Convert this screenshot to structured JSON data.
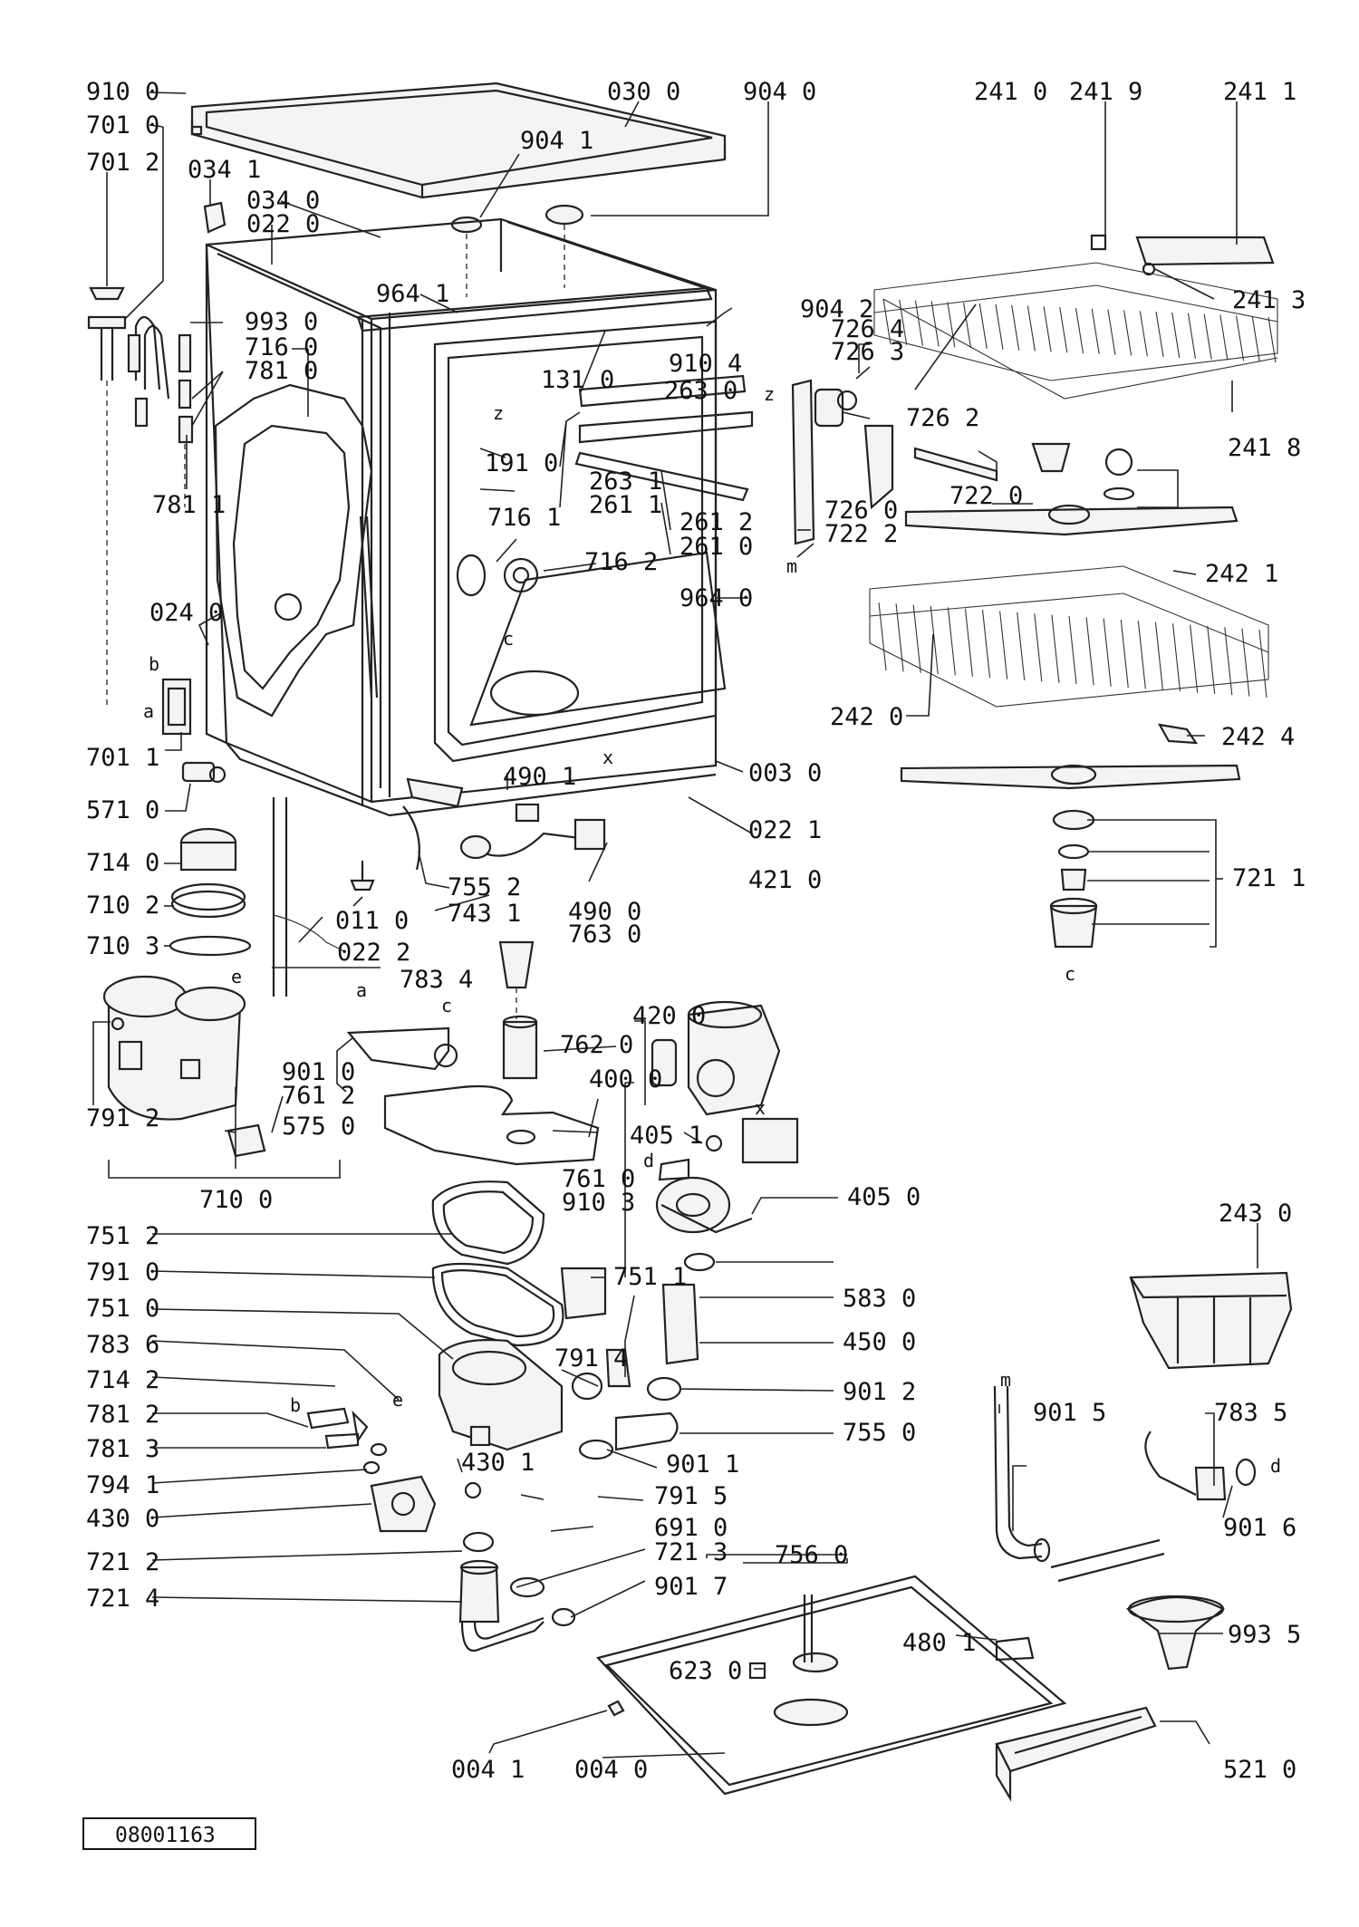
{
  "drawing_number": "08001163",
  "group_labels": {
    "filter_group": "710 0",
    "drain_bracket": "756 0"
  },
  "letter_marks": [
    "a",
    "b",
    "c",
    "d",
    "e",
    "m",
    "x",
    "z"
  ],
  "parts": [
    {
      "ref": "910 0"
    },
    {
      "ref": "701 0"
    },
    {
      "ref": "701 2"
    },
    {
      "ref": "034 1"
    },
    {
      "ref": "034 0"
    },
    {
      "ref": "022 0"
    },
    {
      "ref": "030 0"
    },
    {
      "ref": "904 0"
    },
    {
      "ref": "904 1"
    },
    {
      "ref": "964 1"
    },
    {
      "ref": "993 0"
    },
    {
      "ref": "716 0"
    },
    {
      "ref": "781 0"
    },
    {
      "ref": "781 1"
    },
    {
      "ref": "024 0"
    },
    {
      "ref": "701 1"
    },
    {
      "ref": "571 0"
    },
    {
      "ref": "714 0"
    },
    {
      "ref": "710 2"
    },
    {
      "ref": "710 3"
    },
    {
      "ref": "791 2"
    },
    {
      "ref": "901 0"
    },
    {
      "ref": "761 2"
    },
    {
      "ref": "575 0"
    },
    {
      "ref": "783 4"
    },
    {
      "ref": "011 0"
    },
    {
      "ref": "022 2"
    },
    {
      "ref": "755 2"
    },
    {
      "ref": "743 1"
    },
    {
      "ref": "490 1"
    },
    {
      "ref": "490 0"
    },
    {
      "ref": "763 0"
    },
    {
      "ref": "421 0"
    },
    {
      "ref": "022 1"
    },
    {
      "ref": "003 0"
    },
    {
      "ref": "964 0"
    },
    {
      "ref": "191 0"
    },
    {
      "ref": "716 1"
    },
    {
      "ref": "716 2"
    },
    {
      "ref": "131 0"
    },
    {
      "ref": "910 4"
    },
    {
      "ref": "263 0"
    },
    {
      "ref": "263 1"
    },
    {
      "ref": "261 1"
    },
    {
      "ref": "261 2"
    },
    {
      "ref": "261 0"
    },
    {
      "ref": "904 2"
    },
    {
      "ref": "726 4"
    },
    {
      "ref": "726 3"
    },
    {
      "ref": "726 2"
    },
    {
      "ref": "726 0"
    },
    {
      "ref": "722 2"
    },
    {
      "ref": "722 0"
    },
    {
      "ref": "241 0"
    },
    {
      "ref": "241 9"
    },
    {
      "ref": "241 1"
    },
    {
      "ref": "241 3"
    },
    {
      "ref": "241 8"
    },
    {
      "ref": "242 1"
    },
    {
      "ref": "242 0"
    },
    {
      "ref": "242 4"
    },
    {
      "ref": "721 1"
    },
    {
      "ref": "762 0"
    },
    {
      "ref": "761 0"
    },
    {
      "ref": "910 3"
    },
    {
      "ref": "420 0"
    },
    {
      "ref": "400 0"
    },
    {
      "ref": "405 1"
    },
    {
      "ref": "405 0"
    },
    {
      "ref": "751 2"
    },
    {
      "ref": "791 0"
    },
    {
      "ref": "751 0"
    },
    {
      "ref": "751 1"
    },
    {
      "ref": "783 6"
    },
    {
      "ref": "714 2"
    },
    {
      "ref": "781 2"
    },
    {
      "ref": "781 3"
    },
    {
      "ref": "794 1"
    },
    {
      "ref": "430 0"
    },
    {
      "ref": "430 1"
    },
    {
      "ref": "721 2"
    },
    {
      "ref": "721 4"
    },
    {
      "ref": "721 3"
    },
    {
      "ref": "901 7"
    },
    {
      "ref": "791 4"
    },
    {
      "ref": "791 5"
    },
    {
      "ref": "691 0"
    },
    {
      "ref": "901 1"
    },
    {
      "ref": "755 0"
    },
    {
      "ref": "901 2"
    },
    {
      "ref": "583 0"
    },
    {
      "ref": "450 0"
    },
    {
      "ref": "243 0"
    },
    {
      "ref": "901 5"
    },
    {
      "ref": "783 5"
    },
    {
      "ref": "901 6"
    },
    {
      "ref": "480 1"
    },
    {
      "ref": "993 5"
    },
    {
      "ref": "623 0"
    },
    {
      "ref": "004 1"
    },
    {
      "ref": "004 0"
    },
    {
      "ref": "521 0"
    }
  ]
}
